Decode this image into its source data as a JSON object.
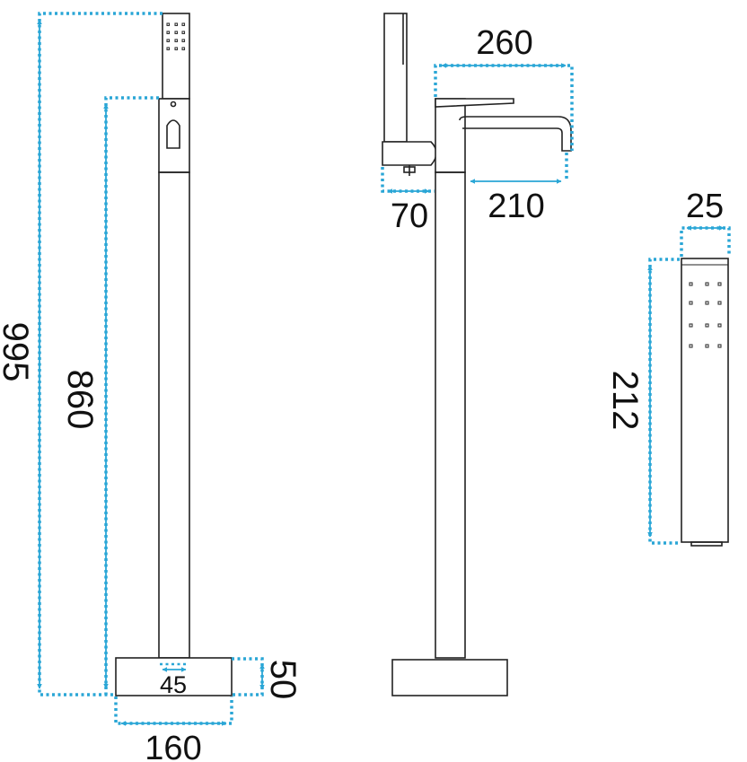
{
  "colors": {
    "dimension": "#2aa6d6",
    "outline": "#222222",
    "label": "#111111"
  },
  "dimensions": {
    "total_height": "995",
    "spout_height": "860",
    "base_height": "50",
    "base_width": "160",
    "column_width": "45",
    "spout_reach": "260",
    "lever_depth": "70",
    "spout_projection": "210",
    "handset_width": "25",
    "handset_length": "212"
  }
}
